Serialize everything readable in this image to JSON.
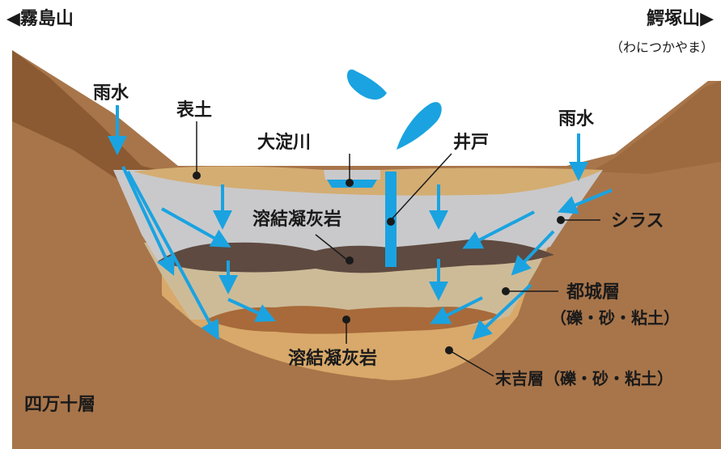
{
  "labels": {
    "left_mountain": "◀霧島山",
    "right_mountain": "鰐塚山▶",
    "right_mountain_reading": "（わにつかやま）",
    "rain_left": "雨水",
    "rain_right": "雨水",
    "topsoil": "表土",
    "river": "大淀川",
    "well": "井戸",
    "welded_tuff_upper": "溶結凝灰岩",
    "welded_tuff_lower": "溶結凝灰岩",
    "shirasu": "シラス",
    "miyakonojo_layer": "都城層",
    "miyakonojo_detail": "（礫・砂・粘土）",
    "sueyoshi_layer": "末吉層（礫・砂・粘土）",
    "shimanto_layer": "四万十層"
  },
  "colors": {
    "bedrock": "#a8754a",
    "mountain_left": "#8b5a32",
    "mountain_right": "#9c6a3e",
    "topsoil": "#d4ad72",
    "shirasu": "#c9c9cb",
    "miyakonojo": "#cdbb98",
    "sueyoshi": "#d8a96a",
    "welded_tuff_upper": "#5e4a40",
    "welded_tuff_lower": "#a86a3a",
    "water": "#1aa3e0",
    "label": "#1a1a1a"
  }
}
